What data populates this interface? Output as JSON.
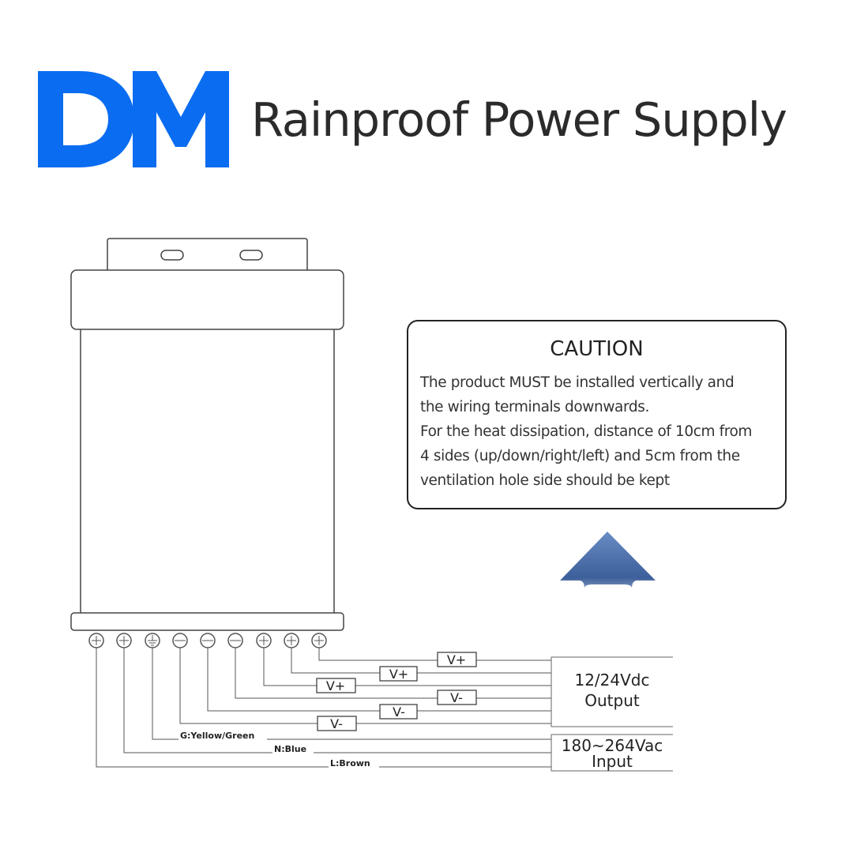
{
  "header": {
    "logo_text": "DM",
    "logo_color": "#0a6cf0",
    "title": "Rainproof Power Supply"
  },
  "caution": {
    "title": "CAUTION",
    "lines": [
      "The product MUST be installed vertically and",
      "the wiring terminals downwards.",
      "For the heat dissipation, distance of 10cm from",
      "4 sides (up/down/right/left) and 5cm from the",
      "ventilation hole side should be kept"
    ]
  },
  "arrow": {
    "icon": "up-arrow-icon",
    "color": "#3d5f9a"
  },
  "labels": {
    "vplus": "V+",
    "vminus": "V-",
    "output": [
      "12/24Vdc",
      "Output"
    ],
    "input": [
      "180~264Vac",
      "Input"
    ],
    "ground": "G:Yellow/Green",
    "neutral": "N:Blue",
    "live": "L:Brown"
  }
}
